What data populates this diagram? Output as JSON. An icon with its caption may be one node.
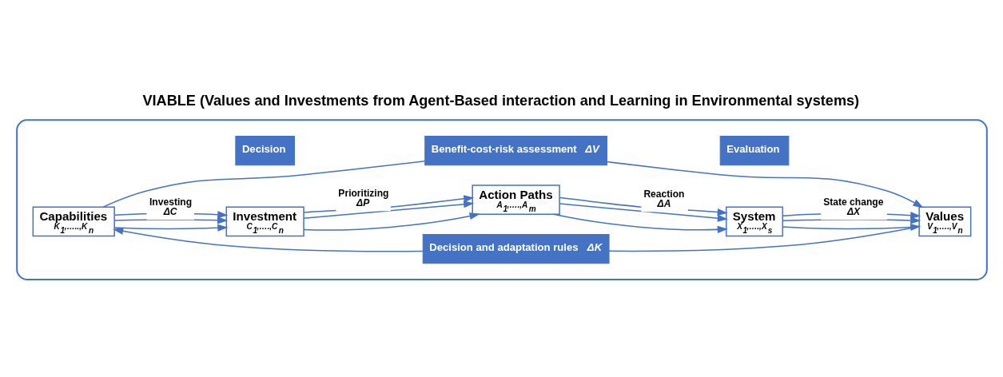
{
  "diagram": {
    "title": "VIABLE (Values and Investments from Agent-Based interaction and Learning in Environmental systems)",
    "nodes": [
      {
        "text": [],
        "shape": "box"
      },
      {
        "text": [
          "Decision and adaptation rules *ΔK*"
        ],
        "in": 0
      },
      {
        "text": [
          "Decision"
        ],
        "in": 0
      },
      {
        "text": [
          "Evaluation"
        ],
        "in": 0
      },
      {
        "text": [
          "Capabilities",
          "K$_{1}$,…..,K$_{n}$"
        ],
        "in": 0
      },
      {
        "text": [
          "Investment",
          "C$_{1}$,….,C$_{n}$"
        ],
        "in": 0
      },
      {
        "text": [
          "Action Paths",
          "A$_{1}$,….,A$_{m}$"
        ],
        "in": 0
      },
      {
        "text": [
          "System",
          "X$_{1}$,….,X$_{s}$"
        ],
        "in": 0
      },
      {
        "text": [
          "Values",
          "V$_{1}$,….,V$_{n}$"
        ],
        "in": 0
      },
      {
        "text": [
          "Benefit-cost-risk assessment *ΔV*"
        ],
        "in": 0
      }
    ],
    "edges": [
      {
        "from": 4,
        "to": 5,
        "arrow": "to"
      },
      {
        "from": 4,
        "to": 5,
        "arrow": "to"
      },
      {
        "from": 4,
        "to": 5,
        "arrow": "to",
        "label": "Investing *ΔC*"
      },
      {
        "from": 5,
        "to": 6,
        "arrow": "to"
      },
      {
        "from": 5,
        "to": 6,
        "arrow": "to"
      },
      {
        "from": 5,
        "to": 6,
        "arrow": "to",
        "label": "Prioritizing *ΔP*"
      },
      {
        "from": 6,
        "to": 7,
        "arrow": "to"
      },
      {
        "from": 6,
        "to": 7,
        "arrow": "to"
      },
      {
        "from": 6,
        "to": 7,
        "arrow": "to",
        "label": "Reaction *ΔA*"
      },
      {
        "from": 7,
        "to": 8,
        "arrow": "to"
      },
      {
        "from": 7,
        "to": 8,
        "arrow": "to"
      },
      {
        "from": 7,
        "to": 8,
        "arrow": "to",
        "label": "State change *ΔX*"
      },
      {
        "from": 8,
        "to": 1,
        "arrow": "none"
      },
      {
        "from": 1,
        "to": 4,
        "arrow": "to"
      },
      {
        "from": 4,
        "to": 9,
        "arrow": "none"
      },
      {
        "from": 9,
        "to": 8,
        "arrow": "to"
      }
    ]
  }
}
